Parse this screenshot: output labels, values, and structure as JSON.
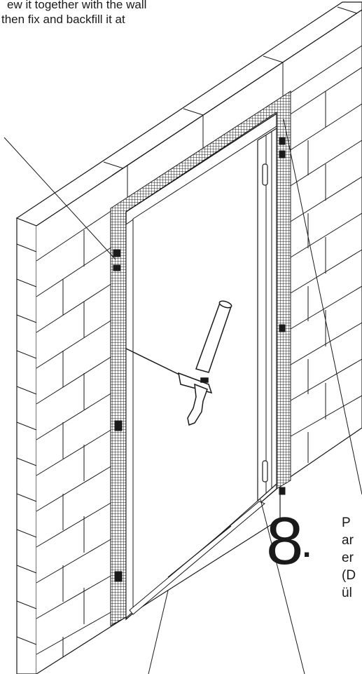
{
  "instructions_top": {
    "line1": "ew it together with the wall",
    "line2": "then fix and backfill it at"
  },
  "step": {
    "number": "8",
    "dot": ".",
    "lines": [
      "P",
      "ar",
      "er",
      "(D",
      "ül"
    ]
  },
  "colors": {
    "ink": "#1a1a1a",
    "wall_fill": "#ffffff",
    "mesh": "#222222"
  },
  "icons": {
    "tool": "foam-gun-icon"
  }
}
